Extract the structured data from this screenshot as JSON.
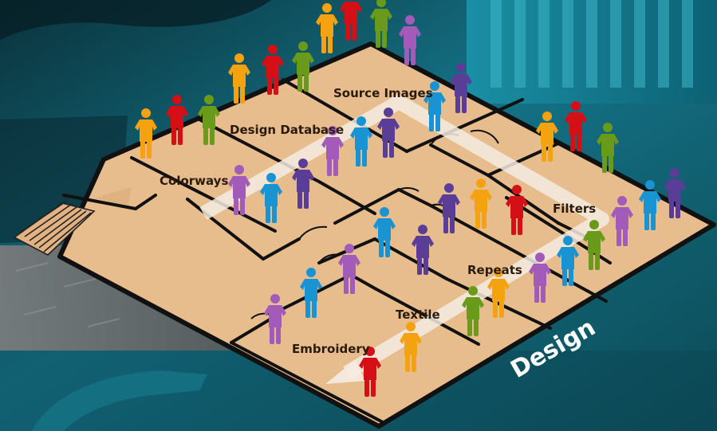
{
  "rooms": {
    "colorways": "Colorways",
    "design_database": "Design Database",
    "source_images": "Source Images",
    "filters": "Filters",
    "repeats": "Repeats",
    "textile": "Textile",
    "embroidery": "Embroidery"
  },
  "brand": "Design",
  "colors": {
    "floor": "#e8bd8d",
    "wall": "#111111",
    "path_arrow": "#f4ece2",
    "background": "#0f5361",
    "accent": "#1aa3b8",
    "person_orange": "#f5a210",
    "person_red": "#d40f16",
    "person_green": "#6a9a1a",
    "person_purple": "#a25bb8",
    "person_blue": "#1993d2",
    "person_indigo": "#5a3d96"
  },
  "icons": [
    "person-icon",
    "staircase-icon",
    "route-arrow-icon"
  ]
}
